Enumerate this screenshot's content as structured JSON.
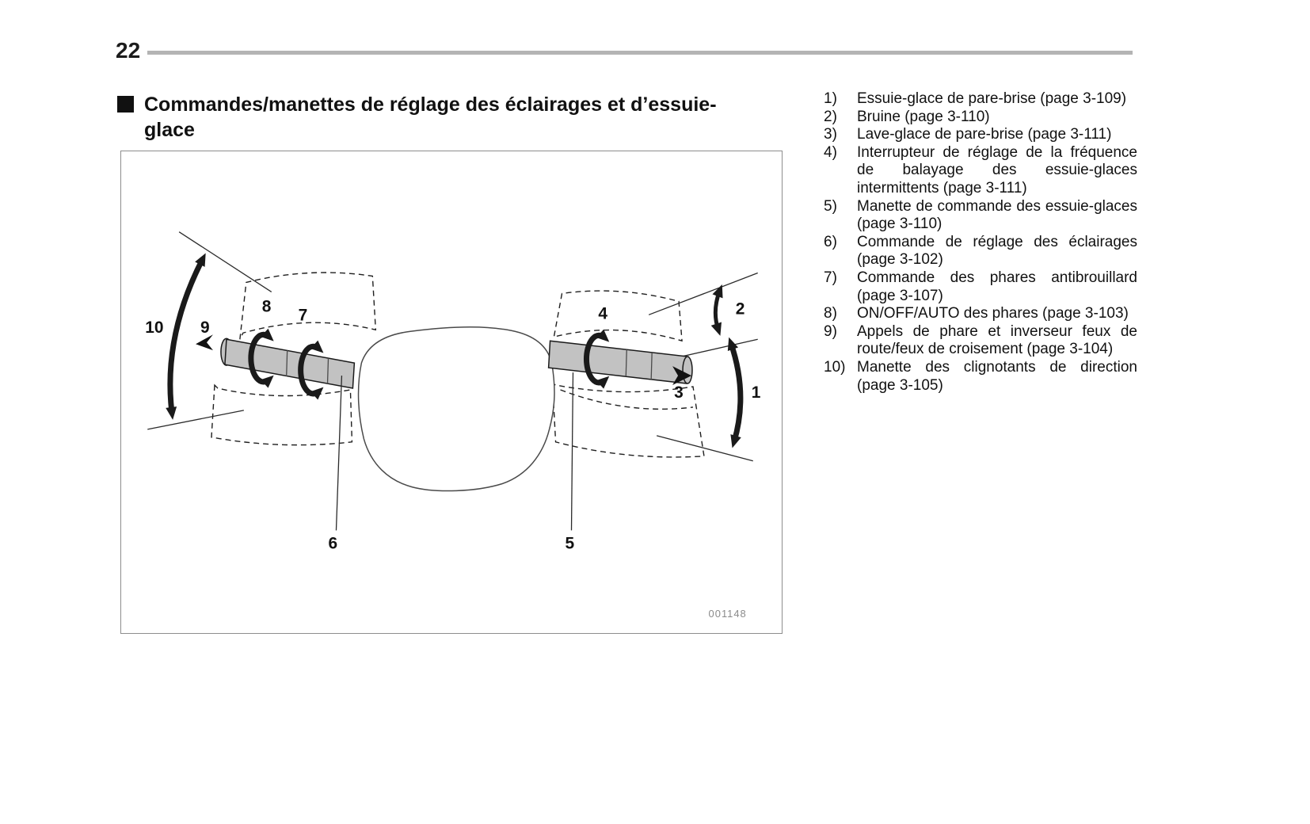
{
  "page": {
    "number": "22"
  },
  "heading": {
    "marker_icon": "black-square",
    "line1": "Commandes/manettes de réglage des éclairages et d’essuie-",
    "line2": "glace"
  },
  "figure": {
    "code": "001148",
    "callouts": {
      "c1": "1",
      "c2": "2",
      "c3": "3",
      "c4": "4",
      "c5": "5",
      "c6": "6",
      "c7": "7",
      "c8": "8",
      "c9": "9",
      "c10": "10"
    },
    "colors": {
      "stalk_gray": "#c2c2c2",
      "rule_gray": "#b4b4b4",
      "line_black": "#1a1a1a"
    }
  },
  "legend": {
    "items": [
      {
        "num": "1)",
        "text": "Essuie-glace de pare-brise (page 3-109)"
      },
      {
        "num": "2)",
        "text": "Bruine (page 3-110)"
      },
      {
        "num": "3)",
        "text": "Lave-glace de pare-brise (page 3-111)"
      },
      {
        "num": "4)",
        "text": "Interrupteur de réglage de la fréquence de balayage des essuie-glaces intermittents (page 3-111)"
      },
      {
        "num": "5)",
        "text": "Manette de commande des essuie-glaces (page 3-110)"
      },
      {
        "num": "6)",
        "text": "Commande de réglage des éclairages (page 3-102)"
      },
      {
        "num": "7)",
        "text": "Commande des phares antibrouillard (page 3-107)"
      },
      {
        "num": "8)",
        "text": "ON/OFF/AUTO des phares (page 3-103)"
      },
      {
        "num": "9)",
        "text": "Appels de phare et inverseur feux de route/feux de croisement (page 3-104)"
      },
      {
        "num": "10)",
        "text": "Manette des clignotants de direction (page 3-105)"
      }
    ]
  }
}
